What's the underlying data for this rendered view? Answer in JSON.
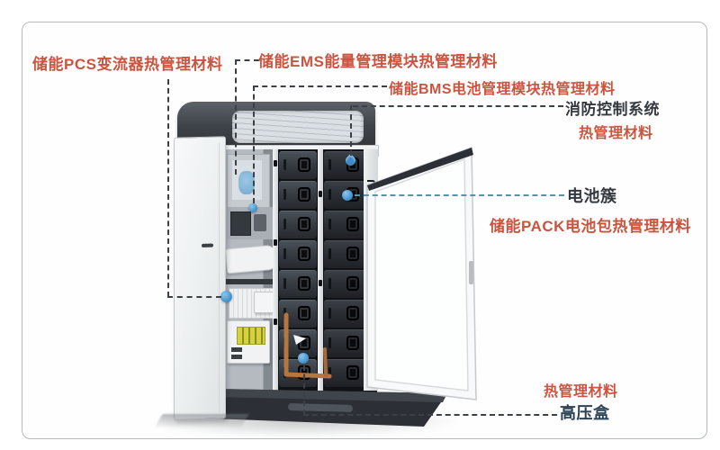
{
  "diagram": {
    "type": "energy-storage-cabinet-infographic",
    "labels": {
      "pcs": "储能PCS变流器热管理材料",
      "ems": "储能EMS能量管理模块热管理材料",
      "bms": "储能BMS电池管理模块热管理材料",
      "fire_system": "消防控制系统",
      "fire_material": "热管理材料",
      "battery_cluster": "电池簇",
      "pack": "储能PACK电池包热管理材料",
      "hv_material": "热管理材料",
      "hv_box": "高压盒"
    },
    "cabinet": {
      "battery_columns": 2,
      "battery_rows": 8
    },
    "colors": {
      "label_red": "#cb5440",
      "label_dark": "#343a40",
      "label_navy": "#2e4356",
      "callout_line": "#3c4147",
      "cluster_line_teal": "#5a93a8",
      "drop_blue": "#3d8cc9",
      "pipe_copper": "#b5763f",
      "cabinet_dark": "#3d4248",
      "cabinet_light": "#f2f4f5"
    }
  }
}
